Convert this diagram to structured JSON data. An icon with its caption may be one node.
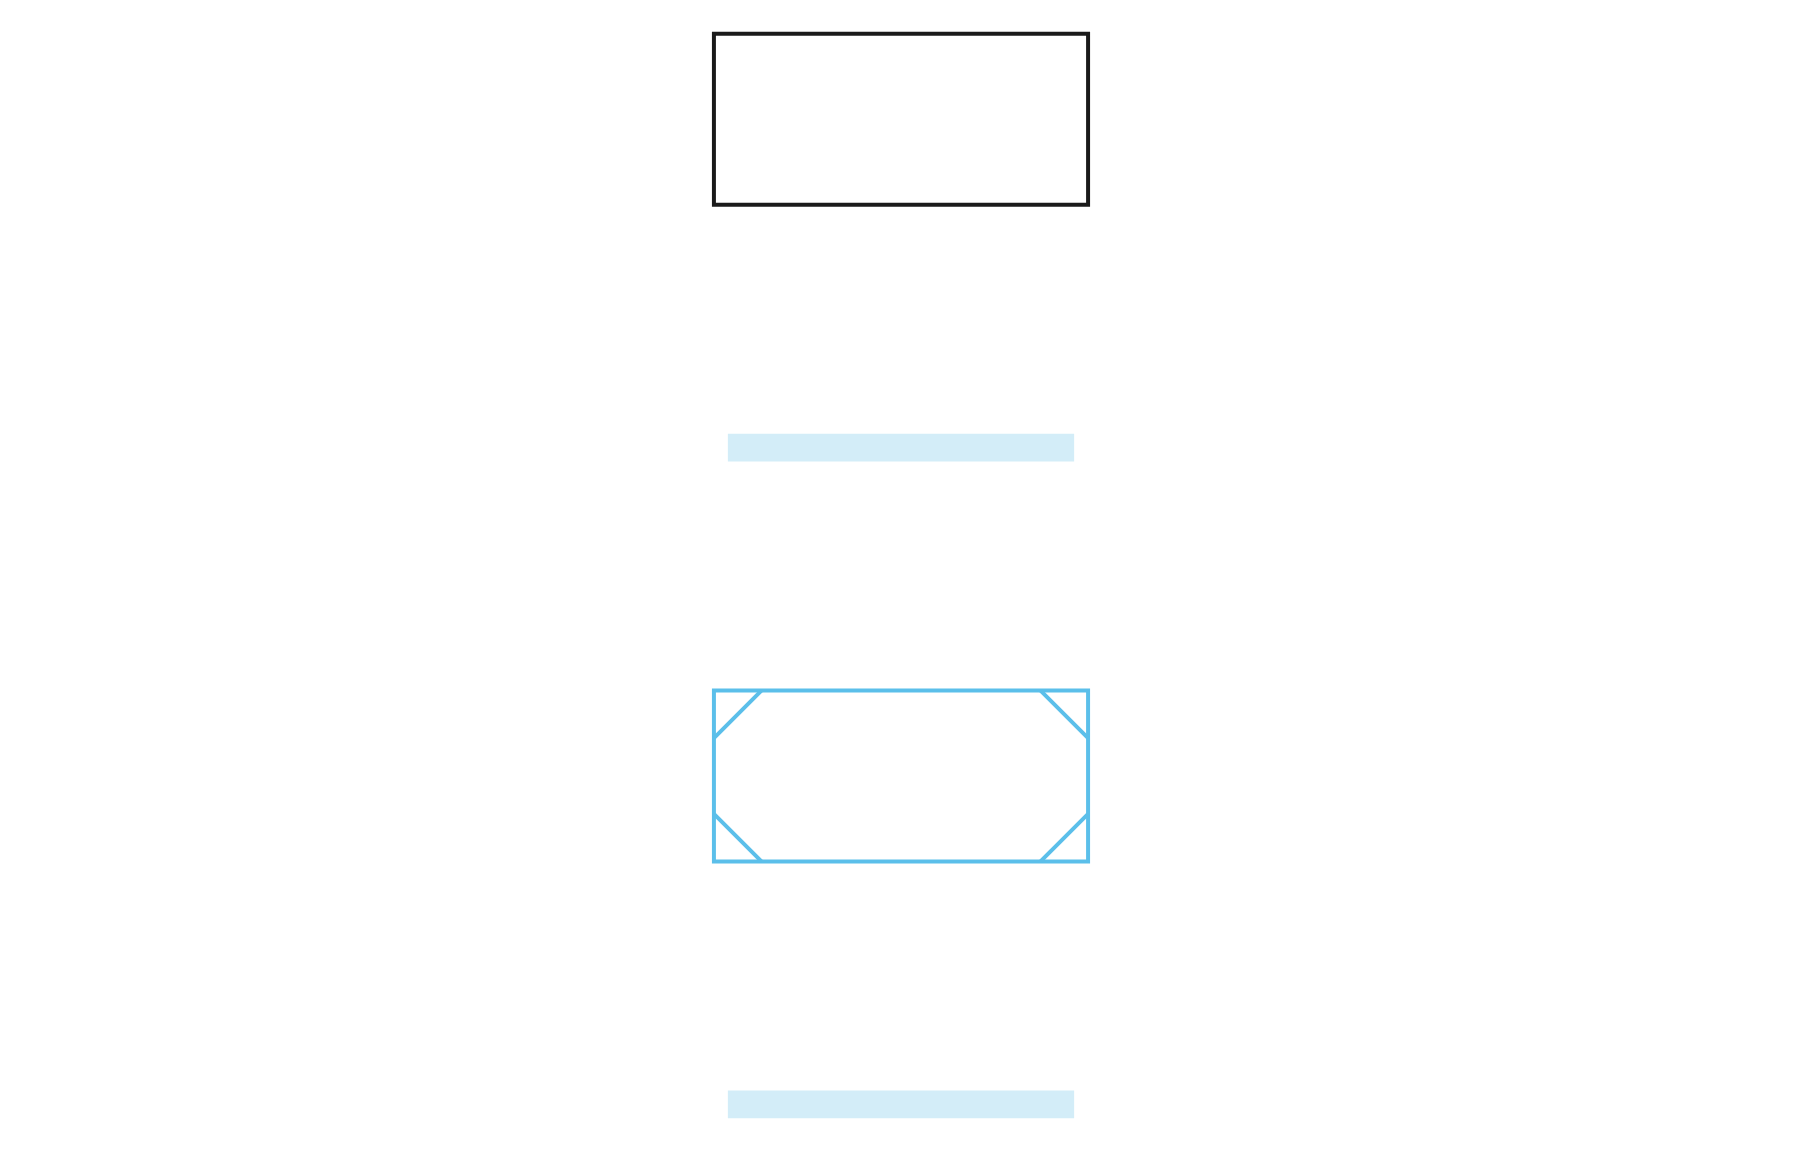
{
  "diagram": {
    "nodes": [
      {
        "text": [],
        "shape": "box"
      },
      {
        "text": [],
        "shape": "bar"
      },
      {
        "text": [],
        "shape": "box"
      },
      {
        "text": [],
        "shape": "bar"
      }
    ]
  }
}
